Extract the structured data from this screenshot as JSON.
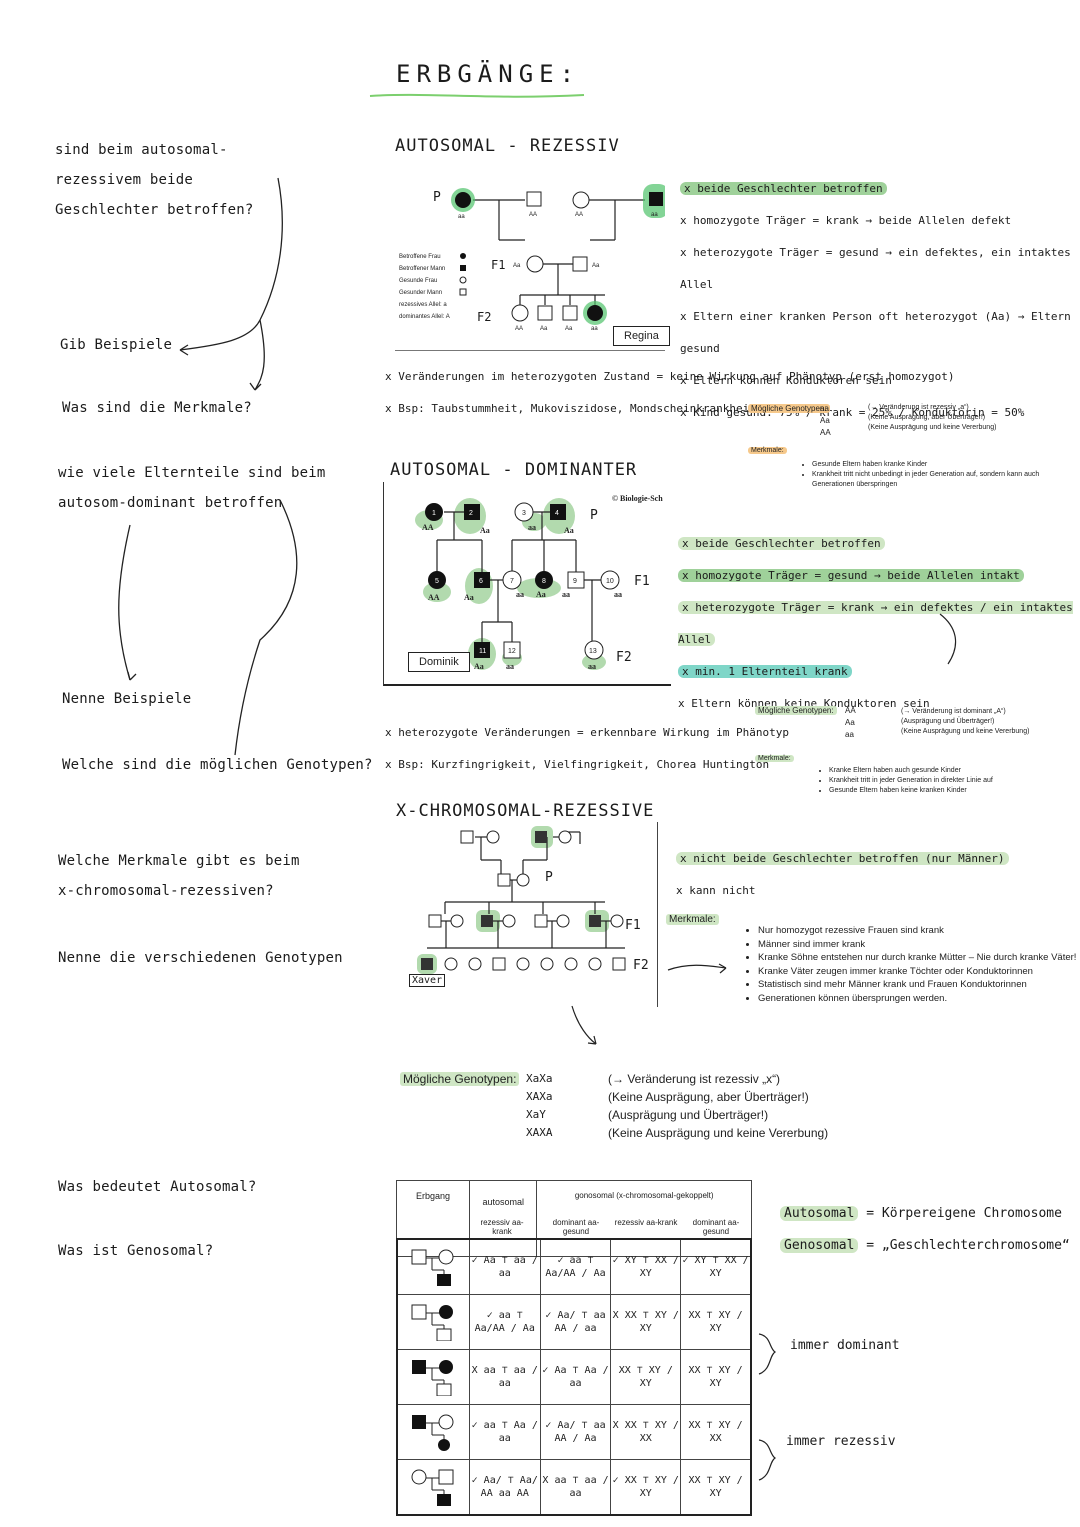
{
  "page_title": "ERBGÄNGE:",
  "questions": [
    "sind beim autosomal-rezessivem beide Geschlechter betroffen?",
    "Gib Beispiele",
    "Was sind die Merkmale?",
    "wie viele Elternteile sind beim autosom-dominant betroffen",
    "Nenne Beispiele",
    "Welche sind die möglichen Genotypen?",
    "Welche Merkmale gibt es beim x-chromosomal-rezessiven?",
    "Nenne die verschiedenen Genotypen",
    "Was bedeutet Autosomal?",
    "Was ist Genosomal?"
  ],
  "ar": {
    "heading": "AUTOSOMAL - REZESSIV",
    "p_label": "P",
    "f1_label": "F1",
    "f2_label": "F2",
    "legend": [
      "Betroffene Frau",
      "Betroffener Mann",
      "Gesunde Frau",
      "Gesunder Mann",
      "rezessives Allel: a",
      "dominantes Allel: A"
    ],
    "person_name": "Regina",
    "notes": [
      "x beide Geschlechter betroffen",
      "x homozygote Träger = krank → beide Allelen defekt",
      "x heterozygote Träger = gesund → ein defektes, ein intaktes Allel",
      "x Eltern einer kranken Person oft heterozygot (Aa) → Eltern gesund",
      "x Eltern können Konduktoren sein",
      "x Kind gesund: 75%   / krank = 25%   / Konduktorin = 50%"
    ],
    "change_note": "x Veränderungen im heterozygoten Zustand = keine Wirkung auf Phänotyp (erst homozygot)",
    "examples": "x Bsp: Taubstummheit, Mukoviszidose, Mondscheinkrankheit",
    "genotypes_label": "Mögliche Genotypen:",
    "genotypes": [
      "aa",
      "Aa",
      "AA"
    ],
    "genotype_notes": [
      "(→ Veränderung ist rezessiv „a“)",
      "(Keine Ausprägung, aber Überträger!)",
      "(Keine Ausprägung und keine Vererbung)"
    ],
    "merkmale_label": "Merkmale:",
    "merkmale": [
      "Gesunde Eltern haben kranke Kinder",
      "Krankheit tritt nicht unbedingt in jeder Generation auf, sondern kann auch Generationen überspringen"
    ]
  },
  "ad": {
    "heading": "AUTOSOMAL - DOMINANTER",
    "credit": "© Biologie-Sch",
    "p_label": "P",
    "f1_label": "F1",
    "f2_label": "F2",
    "person_name": "Dominik",
    "notes": [
      "x beide Geschlechter betroffen",
      "x homozygote Träger = gesund → beide Allelen intakt",
      "x heterozygote Träger = krank → ein defektes / ein intaktes Allel",
      "x min. 1 Elternteil krank",
      "x Eltern können keine Konduktoren sein"
    ],
    "change_note": "x heterozygote Veränderungen = erkennbare Wirkung im Phänotyp",
    "examples": "x Bsp: Kurzfingrigkeit, Vielfingrigkeit, Chorea Huntington",
    "genotypes_label": "Mögliche Genotypen:",
    "genotypes": [
      "AA",
      "Aa",
      "aa"
    ],
    "genotype_notes": [
      "(→ Veränderung ist dominant „A“)",
      "(Ausprägung und Überträger!)",
      "(Keine Ausprägung und keine Vererbung)"
    ],
    "merkmale_label": "Merkmale:",
    "merkmale": [
      "Kranke Eltern haben auch gesunde Kinder",
      "Krankheit tritt in jeder Generation in direkter Linie auf",
      "Gesunde Eltern haben keine kranken Kinder"
    ]
  },
  "xr": {
    "heading": "X-CHROMOSOMAL-REZESSIVE",
    "p_label": "P",
    "f1_label": "F1",
    "f2_label": "F2",
    "person_name": "Xaver",
    "notes": [
      "x nicht beide Geschlechter betroffen (nur Männer)",
      "x kann nicht"
    ],
    "merkmale_label": "Merkmale:",
    "merkmale": [
      "Nur homozygot rezessive Frauen sind krank",
      "Männer sind immer krank",
      "Kranke Söhne entstehen nur durch kranke Mütter – Nie durch kranke Väter!",
      "Kranke Väter zeugen immer kranke Töchter oder Konduktorinnen",
      "Statistisch sind mehr Männer krank und Frauen Konduktorinnen",
      "Generationen können übersprungen werden."
    ],
    "genotypes_label": "Mögliche Genotypen:",
    "genotypes": [
      "XaXa",
      "XAXa",
      "XaY",
      "XAXA"
    ],
    "genotype_notes": [
      "(→ Veränderung ist rezessiv „x“)",
      "(Keine Ausprägung, aber Überträger!)",
      "(Ausprägung und Überträger!)",
      "(Keine Ausprägung und keine Vererbung)"
    ]
  },
  "table": {
    "col_erbgang": "Erbgang",
    "col_autosomal": "autosomal",
    "col_gonosomal": "gonosomal (x-chromosomal-gekoppelt)",
    "sub_headers": [
      "rezessiv aa-krank",
      "dominant aa-gesund",
      "rezessiv aa-krank",
      "dominant aa-gesund"
    ],
    "rows": [
      [
        "✓ Aa ⊤ aa / aa",
        "✓ aa ⊤ Aa/AA / Aa",
        "✓ XY ⊤ XX / XY",
        "✓ XY ⊤ XX / XY"
      ],
      [
        "✓ aa ⊤ Aa/AA / Aa",
        "✓ Aa/ ⊤ aa AA / aa",
        "X XX ⊤ XY / XY",
        "XX ⊤ XY / XY"
      ],
      [
        "X aa ⊤ aa / aa",
        "✓ Aa ⊤ Aa / aa",
        "XX ⊤ XY / XY",
        "XX ⊤ XY / XY"
      ],
      [
        "✓ aa ⊤ Aa / aa",
        "✓ Aa/ ⊤ aa AA / Aa",
        "X XX ⊤ XY / XX",
        "XX ⊤ XY / XX"
      ],
      [
        "✓ Aa/ ⊤ Aa/ AA aa AA",
        "X aa ⊤ aa / aa",
        "✓ XX ⊤ XY / XY",
        "XX ⊤ XY / XY"
      ]
    ]
  },
  "definitions": [
    {
      "term": "Autosomal",
      "def": "= Körpereigene Chromosome"
    },
    {
      "term": "Genosomal",
      "def": "= „Geschlechterchromosome“"
    }
  ],
  "bracket_notes": [
    "immer dominant",
    "immer rezessiv"
  ],
  "colors": {
    "highlight_green": "#9fd19a",
    "highlight_teal": "#7fd6c8",
    "highlight_light": "#cfe6c4",
    "highlight_orange": "#f6c98c"
  }
}
